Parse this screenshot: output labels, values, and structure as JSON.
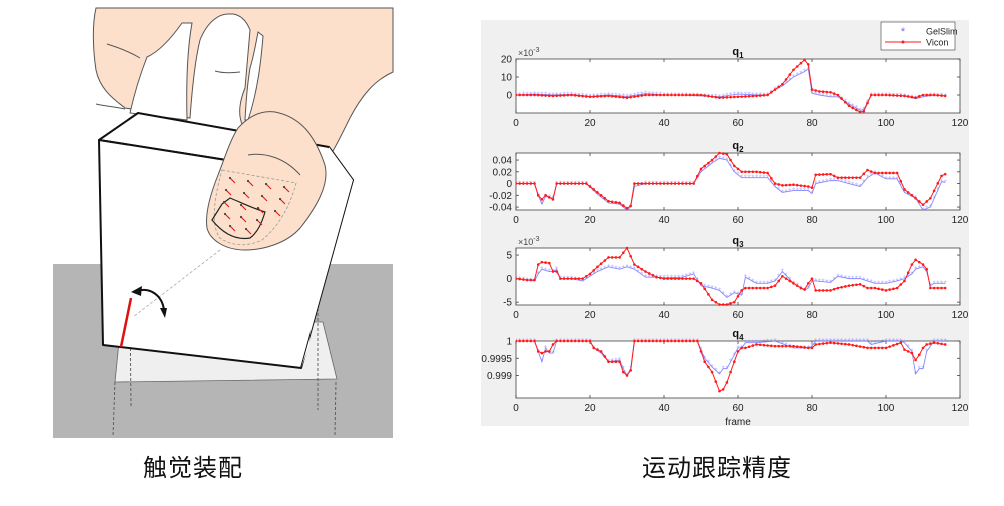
{
  "captions": {
    "left": "触觉装配",
    "right": "运动跟踪精度"
  },
  "illustration": {
    "description": "hand pinching a tilted white cube above a gray table; fingertip shows red tactile marker field; curved arrow shows rotation at cube corner; red edge line at contact",
    "colors": {
      "skin": "#fde0cc",
      "floor": "#b5b5b5",
      "cube": "#ffffff",
      "marker": "#e02020",
      "shadow": "#efefef"
    }
  },
  "legend": {
    "items": [
      {
        "label": "GelSlim",
        "color": "#6a6aff",
        "marker": "asterisk"
      },
      {
        "label": "Vicon",
        "color": "#ff1a1a",
        "marker": "dot-line"
      }
    ]
  },
  "xlabel": "frame",
  "chart_data": [
    {
      "type": "line",
      "title": "q1",
      "title_main": "q",
      "title_sub": "1",
      "exponent_label": "×10",
      "exponent_power": "-3",
      "xlim": [
        0,
        120
      ],
      "ylim": [
        -10,
        20
      ],
      "xticks": [
        0,
        20,
        40,
        60,
        80,
        100,
        120
      ],
      "yticks": [
        0,
        10,
        20
      ],
      "ytick_labels": [
        "0",
        "10",
        "20"
      ],
      "x": [
        0,
        5,
        10,
        15,
        20,
        25,
        30,
        35,
        40,
        45,
        50,
        55,
        60,
        65,
        68,
        70,
        72,
        75,
        78,
        79,
        80,
        82,
        85,
        87,
        90,
        93,
        94,
        96,
        100,
        105,
        108,
        110,
        113,
        116
      ],
      "series": [
        {
          "name": "GelSlim",
          "values": [
            0,
            0.5,
            0,
            0.3,
            -0.8,
            0,
            -0.8,
            0.8,
            0,
            0,
            -0.5,
            -1,
            0.5,
            0,
            0,
            3,
            5,
            10,
            13,
            14.5,
            1,
            0,
            -1,
            -1,
            -5,
            -8.5,
            -8,
            0,
            0,
            -0.5,
            -2,
            -1,
            0,
            -0.5
          ]
        },
        {
          "name": "Vicon",
          "values": [
            0,
            0,
            -0.5,
            0,
            -1,
            -0.5,
            -1.5,
            0,
            0,
            0,
            0,
            -1.5,
            -1,
            -0.5,
            0,
            3,
            6,
            14,
            19.5,
            17,
            3,
            2,
            1.5,
            0,
            -6,
            -9.5,
            -9,
            0,
            0,
            -0.5,
            -1.5,
            0,
            0,
            -0.5
          ]
        }
      ]
    },
    {
      "type": "line",
      "title": "q2",
      "title_main": "q",
      "title_sub": "2",
      "exponent_label": "",
      "exponent_power": "",
      "xlim": [
        0,
        120
      ],
      "ylim": [
        -0.045,
        0.052
      ],
      "xticks": [
        0,
        20,
        40,
        60,
        80,
        100,
        120
      ],
      "yticks": [
        -0.04,
        -0.02,
        0,
        0.02,
        0.04
      ],
      "ytick_labels": [
        "-0.04",
        "-0.02",
        "0",
        "0.02",
        "0.04"
      ],
      "x": [
        0,
        5,
        6,
        7,
        8,
        10,
        11,
        15,
        19,
        22,
        25,
        28,
        30,
        31,
        32,
        35,
        40,
        45,
        48,
        50,
        53,
        55,
        57,
        59,
        61,
        65,
        68,
        70,
        72,
        75,
        79,
        80,
        81,
        85,
        87,
        90,
        93,
        95,
        97,
        100,
        103,
        105,
        108,
        110,
        112,
        115,
        116
      ],
      "series": [
        {
          "name": "GelSlim",
          "values": [
            0,
            0,
            -0.02,
            -0.035,
            -0.022,
            -0.025,
            0,
            0,
            0,
            -0.018,
            -0.033,
            -0.035,
            -0.045,
            -0.04,
            -0.005,
            0,
            0,
            0,
            0,
            0.02,
            0.035,
            0.043,
            0.04,
            0.02,
            0.01,
            0.01,
            0.01,
            -0.005,
            -0.015,
            -0.012,
            -0.012,
            -0.017,
            0,
            0.005,
            0.005,
            0,
            -0.005,
            0.01,
            0.018,
            0.008,
            0.008,
            -0.015,
            -0.025,
            -0.045,
            -0.04,
            0.003,
            0.002
          ]
        },
        {
          "name": "Vicon",
          "values": [
            0,
            0,
            -0.02,
            -0.027,
            -0.02,
            -0.027,
            0,
            0,
            0,
            -0.015,
            -0.03,
            -0.033,
            -0.042,
            -0.038,
            0,
            0,
            0,
            0,
            0,
            0.025,
            0.04,
            0.052,
            0.05,
            0.03,
            0.02,
            0.02,
            0.018,
            0,
            -0.003,
            -0.002,
            -0.005,
            -0.007,
            0.015,
            0.016,
            0.01,
            0.01,
            0.01,
            0.023,
            0.018,
            0.018,
            0.018,
            -0.01,
            -0.025,
            -0.036,
            -0.025,
            0.013,
            0.016
          ]
        }
      ]
    },
    {
      "type": "line",
      "title": "q3",
      "title_main": "q",
      "title_sub": "3",
      "exponent_label": "×10",
      "exponent_power": "-3",
      "xlim": [
        0,
        120
      ],
      "ylim": [
        -5.6,
        6.5
      ],
      "xticks": [
        0,
        20,
        40,
        60,
        80,
        100,
        120
      ],
      "yticks": [
        -5,
        0,
        5
      ],
      "ytick_labels": [
        "-5",
        "0",
        "5"
      ],
      "x": [
        0,
        3,
        5,
        6,
        7,
        9,
        10,
        11,
        12,
        15,
        18,
        20,
        22,
        25,
        28,
        30,
        32,
        35,
        38,
        40,
        45,
        48,
        50,
        53,
        55,
        57,
        59,
        61,
        62,
        65,
        68,
        70,
        72,
        75,
        77,
        78,
        79,
        80,
        81,
        85,
        87,
        90,
        93,
        95,
        97,
        100,
        103,
        105,
        107,
        108,
        110,
        111,
        112,
        113,
        116
      ],
      "series": [
        {
          "name": "GelSlim",
          "values": [
            0,
            -0.3,
            -0.5,
            1,
            2,
            1.5,
            1.5,
            2,
            0,
            0,
            -0.5,
            0.5,
            1.5,
            2.5,
            2,
            2.5,
            2,
            0.3,
            0.3,
            0.2,
            0.3,
            1,
            -1.5,
            -2,
            -2.5,
            -4,
            -3,
            -3.5,
            0.3,
            -1,
            -1,
            -0.5,
            1.5,
            -1,
            -2,
            -2.5,
            -2,
            -0.5,
            -0.5,
            -0.8,
            0.5,
            0,
            0,
            -0.5,
            -1,
            -1,
            -0.5,
            0,
            1,
            2,
            2.5,
            1.5,
            -1.5,
            -1,
            -1
          ]
        },
        {
          "name": "Vicon",
          "values": [
            0,
            -0.3,
            -0.3,
            3,
            3.5,
            3.3,
            1.5,
            1.5,
            0,
            0,
            0,
            1,
            2.5,
            4.5,
            4.5,
            6.5,
            3,
            1.5,
            0.3,
            0,
            0,
            0,
            -1,
            -4.5,
            -5.5,
            -5.5,
            -5,
            -2.5,
            -2,
            -2,
            -2,
            -1.5,
            0.5,
            -1,
            -2,
            -2.3,
            -1,
            0,
            -2.5,
            -2.5,
            -2,
            -1.5,
            -1.2,
            -2,
            -2,
            -2.5,
            -2,
            -0.5,
            3,
            4,
            3,
            2,
            -2,
            -2,
            -2
          ]
        }
      ]
    },
    {
      "type": "line",
      "title": "q4",
      "title_main": "q",
      "title_sub": "4",
      "exponent_label": "",
      "exponent_power": "",
      "xlim": [
        0,
        120
      ],
      "ylim": [
        0.99835,
        1.0
      ],
      "xticks": [
        0,
        20,
        40,
        60,
        80,
        100,
        120
      ],
      "yticks": [
        0.999,
        0.9995,
        1
      ],
      "ytick_labels": [
        "0.999",
        "0.9995",
        "1"
      ],
      "x": [
        0,
        5,
        6,
        7,
        8,
        9,
        10,
        11,
        20,
        21,
        23,
        25,
        28,
        29,
        30,
        31,
        32,
        35,
        45,
        49,
        51,
        53,
        55,
        56,
        57,
        59,
        60,
        61,
        62,
        65,
        70,
        75,
        79,
        80,
        81,
        85,
        90,
        95,
        96,
        100,
        104,
        105,
        107,
        108,
        109,
        110,
        111,
        113,
        116
      ],
      "series": [
        {
          "name": "GelSlim",
          "values": [
            1,
            1,
            0.9997,
            0.9994,
            0.9998,
            0.99965,
            0.99965,
            1,
            1,
            0.9998,
            0.99965,
            0.9994,
            0.99945,
            0.9992,
            0.999,
            0.9992,
            1,
            1,
            1,
            1,
            0.9995,
            0.99925,
            0.99905,
            0.9992,
            0.9992,
            0.9996,
            0.9998,
            0.9998,
            0.99995,
            0.99995,
            1,
            0.9998,
            0.9998,
            0.99985,
            1,
            1,
            1,
            1,
            0.9999,
            1,
            1,
            0.99995,
            0.9997,
            0.99905,
            0.9992,
            0.9992,
            0.9997,
            1,
            1
          ]
        },
        {
          "name": "Vicon",
          "values": [
            1,
            1,
            0.9997,
            0.99965,
            0.9997,
            0.9997,
            0.9999,
            1,
            1,
            0.9998,
            0.9997,
            0.9994,
            0.9994,
            0.9991,
            0.999,
            0.99915,
            1,
            1,
            1,
            1,
            0.9994,
            0.9991,
            0.99855,
            0.9986,
            0.9988,
            0.9994,
            0.9997,
            0.9998,
            0.9998,
            0.9999,
            0.99985,
            0.99985,
            0.9998,
            0.9998,
            0.9999,
            0.99995,
            0.9999,
            0.9998,
            0.9998,
            0.9998,
            0.99995,
            0.99975,
            0.99965,
            0.99945,
            0.9996,
            0.9998,
            0.9999,
            0.99995,
            0.9999
          ]
        }
      ]
    }
  ]
}
